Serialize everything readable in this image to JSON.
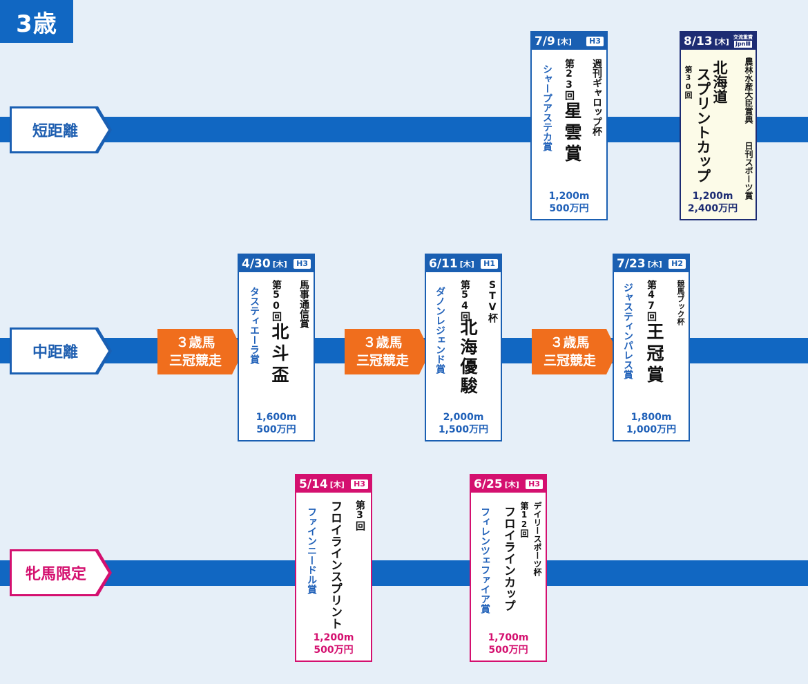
{
  "age": "3歳",
  "categories": {
    "sprint": "短距離",
    "middle": "中距離",
    "fillies": "牝馬限定"
  },
  "triple_crown": {
    "line1": "３歳馬",
    "line2": "三冠競走"
  },
  "races": [
    {
      "date": "7/9",
      "dow": "[木]",
      "grade": "H3",
      "subtitle": "シャープアステカ賞",
      "ordinal": "第23回",
      "name": "星雲賞",
      "sponsor": "週刊ギャロップ杯",
      "distance": "1,200m",
      "prize": "500万円"
    },
    {
      "date": "8/13",
      "dow": "[木]",
      "grade_top": "交流重賞",
      "grade": "JpnⅢ",
      "ordinal": "第30回",
      "name_line1": "北海道",
      "name_line2": "スプリントカップ",
      "sponsor_line1": "農林水産大臣賞典",
      "sponsor_line2": "日刊スポーツ賞",
      "distance": "1,200m",
      "prize": "2,400万円"
    },
    {
      "date": "4/30",
      "dow": "[木]",
      "grade": "H3",
      "subtitle": "タスティエーラ賞",
      "ordinal": "第50回",
      "name": "北斗盃",
      "sponsor": "馬事通信賞",
      "distance": "1,600m",
      "prize": "500万円"
    },
    {
      "date": "6/11",
      "dow": "[木]",
      "grade": "H1",
      "subtitle": "ダノンレジェンド賞",
      "ordinal": "第54回",
      "name": "北海優駿",
      "sponsor": "STV杯",
      "distance": "2,000m",
      "prize": "1,500万円"
    },
    {
      "date": "7/23",
      "dow": "[木]",
      "grade": "H2",
      "subtitle": "ジャスティンパレス賞",
      "ordinal": "第47回",
      "name": "王冠賞",
      "sponsor": "競馬ブック杯",
      "distance": "1,800m",
      "prize": "1,000万円"
    },
    {
      "date": "5/14",
      "dow": "[木]",
      "grade": "H3",
      "subtitle": "ファインニードル賞",
      "ordinal": "第3回",
      "name": "フロイラインスプリント",
      "distance": "1,200m",
      "prize": "500万円"
    },
    {
      "date": "6/25",
      "dow": "[木]",
      "grade": "H3",
      "subtitle": "フィレンツェファイア賞",
      "ordinal": "第12回",
      "name": "フロイラインカップ",
      "sponsor": "デイリースポーツ杯",
      "distance": "1,700m",
      "prize": "500万円"
    }
  ],
  "colors": {
    "blue": "#1167c2",
    "orange": "#f06e1d",
    "pink": "#d4106f",
    "navy": "#1d2c73",
    "background": "#e6eff8"
  }
}
